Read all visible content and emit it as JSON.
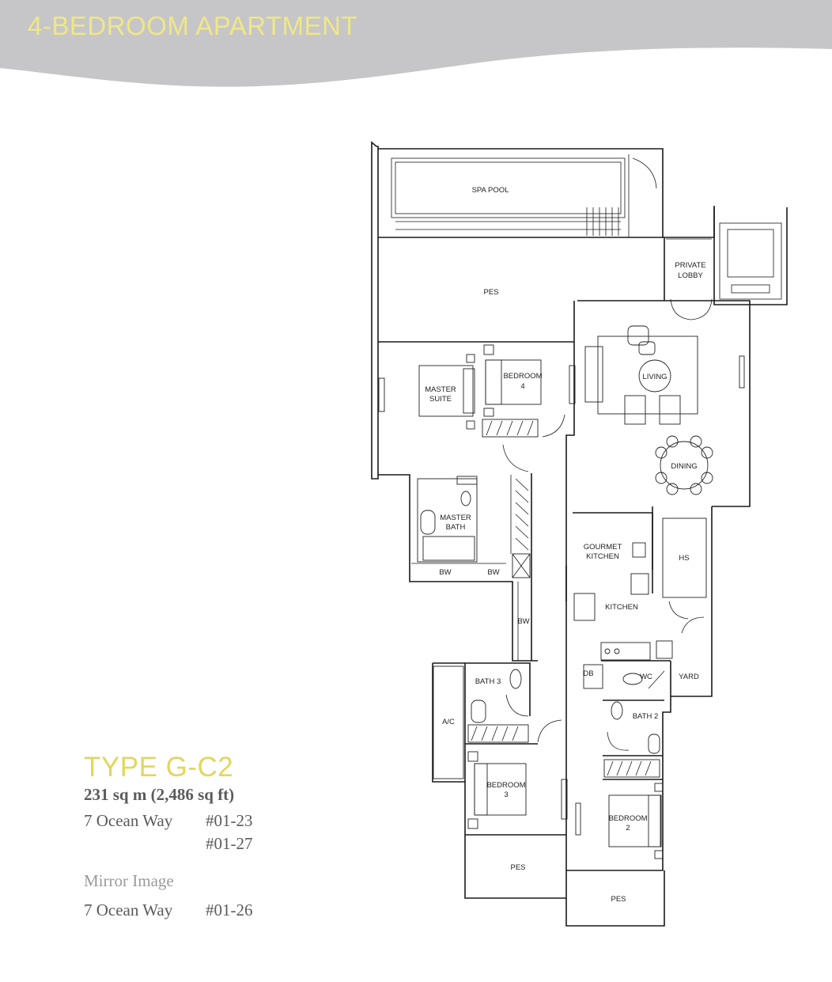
{
  "header": {
    "title": "4-BEDROOM APARTMENT",
    "band_color": "#c6c6c8",
    "title_color": "#efe787"
  },
  "unit_info": {
    "type": "TYPE G-C2",
    "area": "231 sq m (2,486 sq ft)",
    "address": {
      "street": "7 Ocean Way",
      "units": [
        "#01-23",
        "#01-27"
      ]
    },
    "mirror": {
      "label": "Mirror Image",
      "street": "7 Ocean Way",
      "unit": "#01-26"
    },
    "type_color": "#e2d75c"
  },
  "floorplan": {
    "rooms": {
      "spa_pool": "SPA POOL",
      "pes_top": "PES",
      "private_lobby_1": "PRIVATE",
      "private_lobby_2": "LOBBY",
      "living": "LIVING",
      "dining": "DINING",
      "master_suite_1": "MASTER",
      "master_suite_2": "SUITE",
      "bedroom4_1": "BEDROOM",
      "bedroom4_2": "4",
      "master_bath_1": "MASTER",
      "master_bath_2": "BATH",
      "bw_1": "BW",
      "bw_2": "BW",
      "bw_3": "BW",
      "gourmet_kitchen_1": "GOURMET",
      "gourmet_kitchen_2": "KITCHEN",
      "kitchen": "KITCHEN",
      "hs": "HS",
      "db": "DB",
      "wc": "WC",
      "yard": "YARD",
      "bath3": "BATH 3",
      "bath2": "BATH 2",
      "ac": "A/C",
      "bedroom3_1": "BEDROOM",
      "bedroom3_2": "3",
      "bedroom2_1": "BEDROOM",
      "bedroom2_2": "2",
      "pes_bottom_left": "PES",
      "pes_bottom_right": "PES"
    }
  }
}
